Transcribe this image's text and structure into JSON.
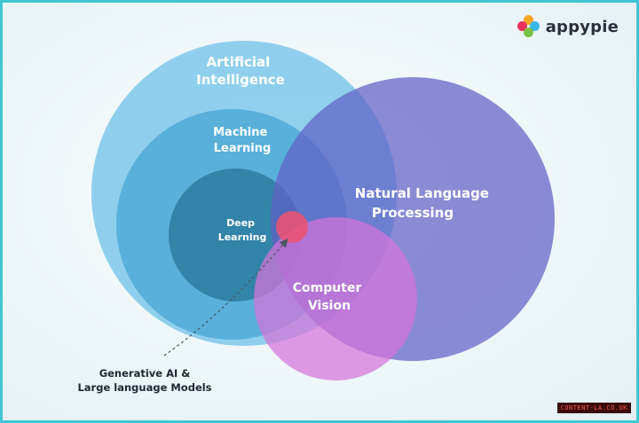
{
  "brand": {
    "name": "appypie",
    "logo_colors": [
      "#f6a623",
      "#e8315b",
      "#38b6e8",
      "#7ac143"
    ]
  },
  "diagram": {
    "sets": [
      {
        "id": "ai",
        "label_lines": [
          "Artificial",
          "Intelligence"
        ],
        "color": "#7ec8ea"
      },
      {
        "id": "ml",
        "label_lines": [
          "Machine",
          "Learning"
        ],
        "color": "#4ba7d6"
      },
      {
        "id": "dl",
        "label_lines": [
          "Deep",
          "Learning"
        ],
        "color": "#2e7fa3"
      },
      {
        "id": "nlp",
        "label_lines": [
          "Natural Language",
          "Processing"
        ],
        "color": "#6c6fcb"
      },
      {
        "id": "cv",
        "label_lines": [
          "Computer",
          "Vision"
        ],
        "color": "#d673da"
      }
    ],
    "highlight": {
      "color": "#e85376"
    },
    "callout_lines": [
      "Generative AI &",
      "Large language Models"
    ]
  },
  "watermark": "CONTENT-LA.CO.UK"
}
